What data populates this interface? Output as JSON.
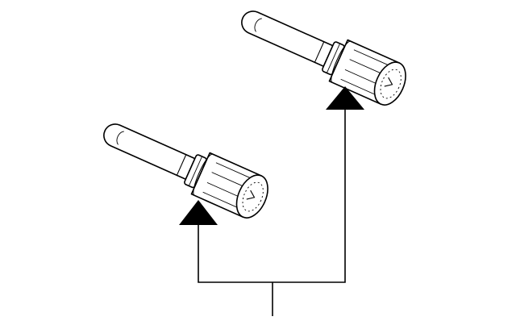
{
  "diagram": {
    "parts": [
      {
        "id": "upper",
        "name": "wheel-lock-bolt"
      },
      {
        "id": "lower",
        "name": "wheel-lock-bolt"
      }
    ],
    "callout": {
      "pointers": 2
    },
    "colors": {
      "line": "#000000",
      "fill": "#ffffff",
      "shade": "#f4f4f4"
    }
  }
}
